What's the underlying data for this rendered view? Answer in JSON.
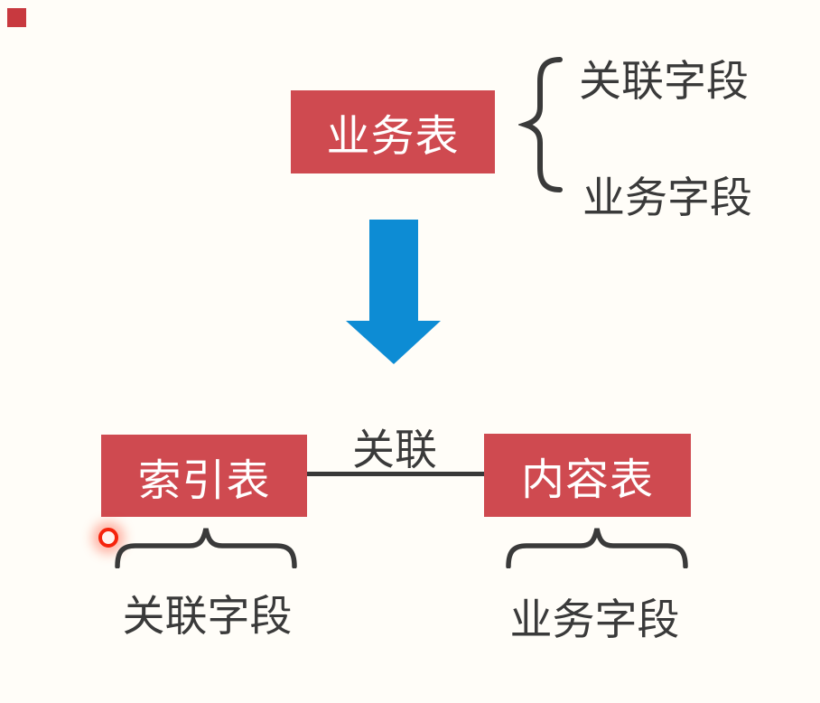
{
  "colors": {
    "background": "#fffdf8",
    "box_red": "#cf4a50",
    "indicator_red": "#c8393f",
    "arrow_blue": "#0d8cd4",
    "ink": "#3a3a3a",
    "laser_red": "#f5230c",
    "box_text": "#ffffff"
  },
  "top_section": {
    "table_label": "业务表",
    "fields": [
      {
        "label": "关联字段"
      },
      {
        "label": "业务字段"
      }
    ]
  },
  "bottom_section": {
    "relation_label": "关联",
    "left_table": {
      "label": "索引表",
      "field_label": "关联字段"
    },
    "right_table": {
      "label": "内容表",
      "field_label": "业务字段"
    }
  },
  "icons": {
    "down_arrow": "down-arrow-icon",
    "vertical_brace": "curly-brace-right-icon",
    "horizontal_brace_left": "horizontal-brace-up-icon",
    "horizontal_brace_right": "horizontal-brace-up-icon",
    "laser_pointer": "laser-pointer-dot",
    "recording_indicator": "recording-indicator-square"
  }
}
